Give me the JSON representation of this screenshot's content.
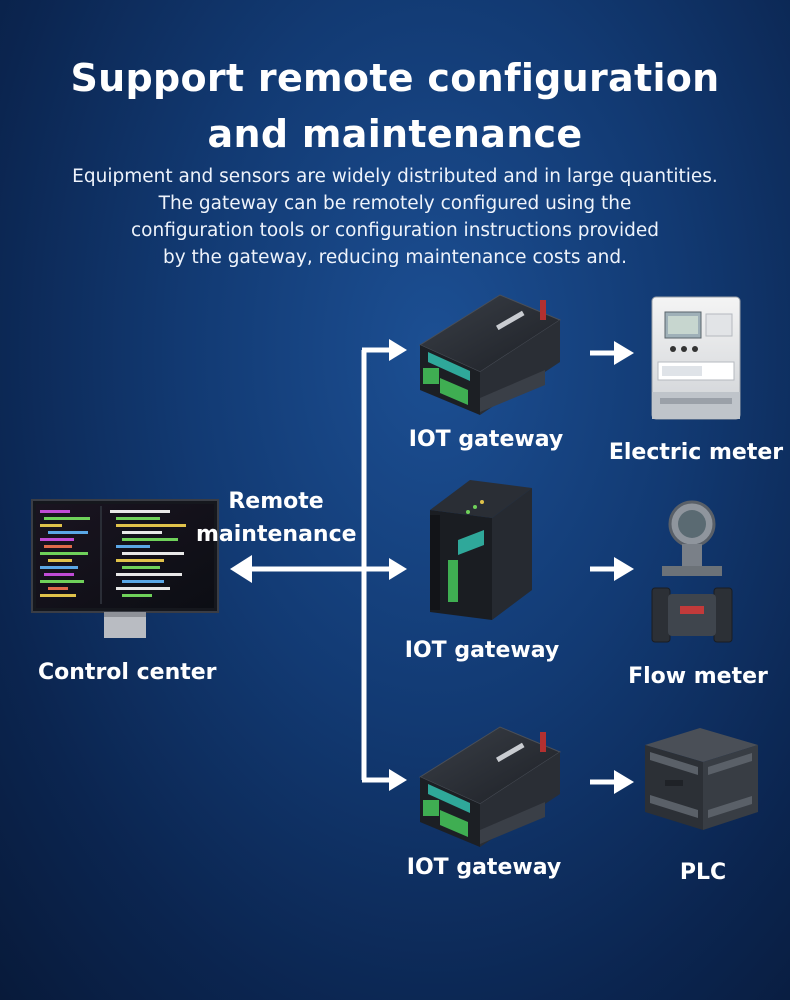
{
  "title": {
    "line1": "Support remote configuration",
    "line2": "and maintenance"
  },
  "subtitle": {
    "line1": "Equipment and sensors are widely distributed and in large quantities.",
    "line2": "The gateway can be remotely configured using the",
    "line3": "configuration tools or configuration instructions provided",
    "line4": "by the gateway, reducing maintenance costs and."
  },
  "control_center": {
    "label": "Control center"
  },
  "link": {
    "line1": "Remote",
    "line2": "maintenance"
  },
  "gateways": [
    {
      "label": "IOT gateway"
    },
    {
      "label": "IOT gateway"
    },
    {
      "label": "IOT gateway"
    }
  ],
  "devices": [
    {
      "label": "Electric meter",
      "icon": "electric-meter-icon"
    },
    {
      "label": "Flow meter",
      "icon": "flow-meter-icon"
    },
    {
      "label": "PLC",
      "icon": "plc-icon"
    }
  ],
  "colors": {
    "background": "#123a73",
    "text": "#ffffff",
    "gateway_body": "#1c1f24",
    "gateway_accent": "#2fa89a",
    "terminal_green": "#3fae52"
  }
}
